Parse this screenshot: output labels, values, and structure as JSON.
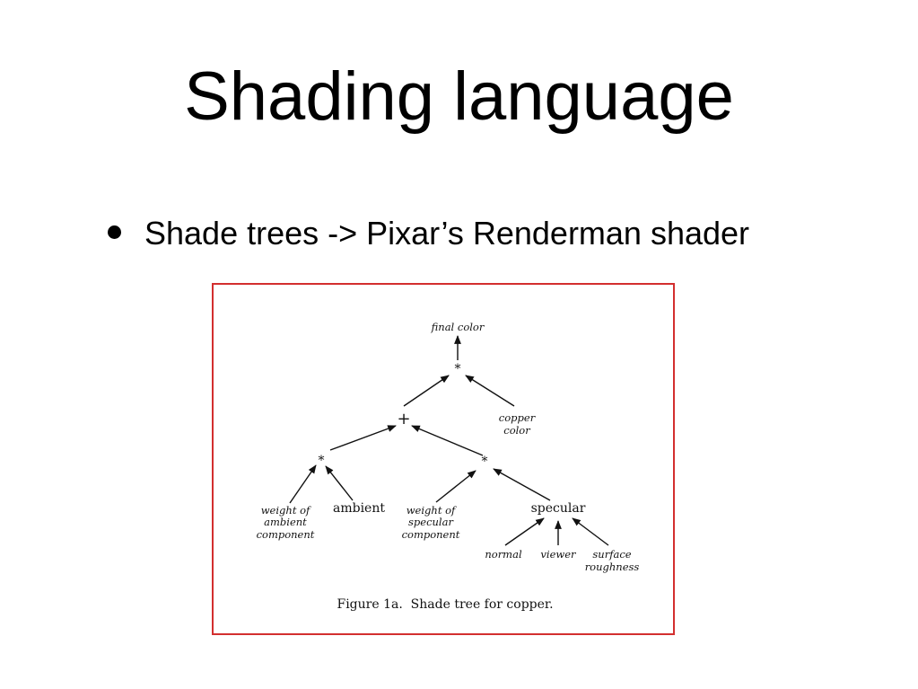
{
  "slide": {
    "title": "Shading language",
    "bullets": [
      {
        "text": "Shade trees -> Pixar’s Renderman shader"
      }
    ]
  },
  "figure": {
    "caption": "Figure 1a.  Shade tree for copper.",
    "border_color": "#d32f2f",
    "nodes": {
      "final_color": "final color",
      "mult_top": "*",
      "plus": "+",
      "copper_color_1": "copper",
      "copper_color_2": "color",
      "mult_left": "*",
      "mult_right": "*",
      "weight_ambient_1": "weight of",
      "weight_ambient_2": "ambient",
      "weight_ambient_3": "component",
      "ambient": "ambient",
      "weight_specular_1": "weight of",
      "weight_specular_2": "specular",
      "weight_specular_3": "component",
      "specular": "specular",
      "normal": "normal",
      "viewer": "viewer",
      "surface_1": "surface",
      "surface_2": "roughness"
    }
  }
}
